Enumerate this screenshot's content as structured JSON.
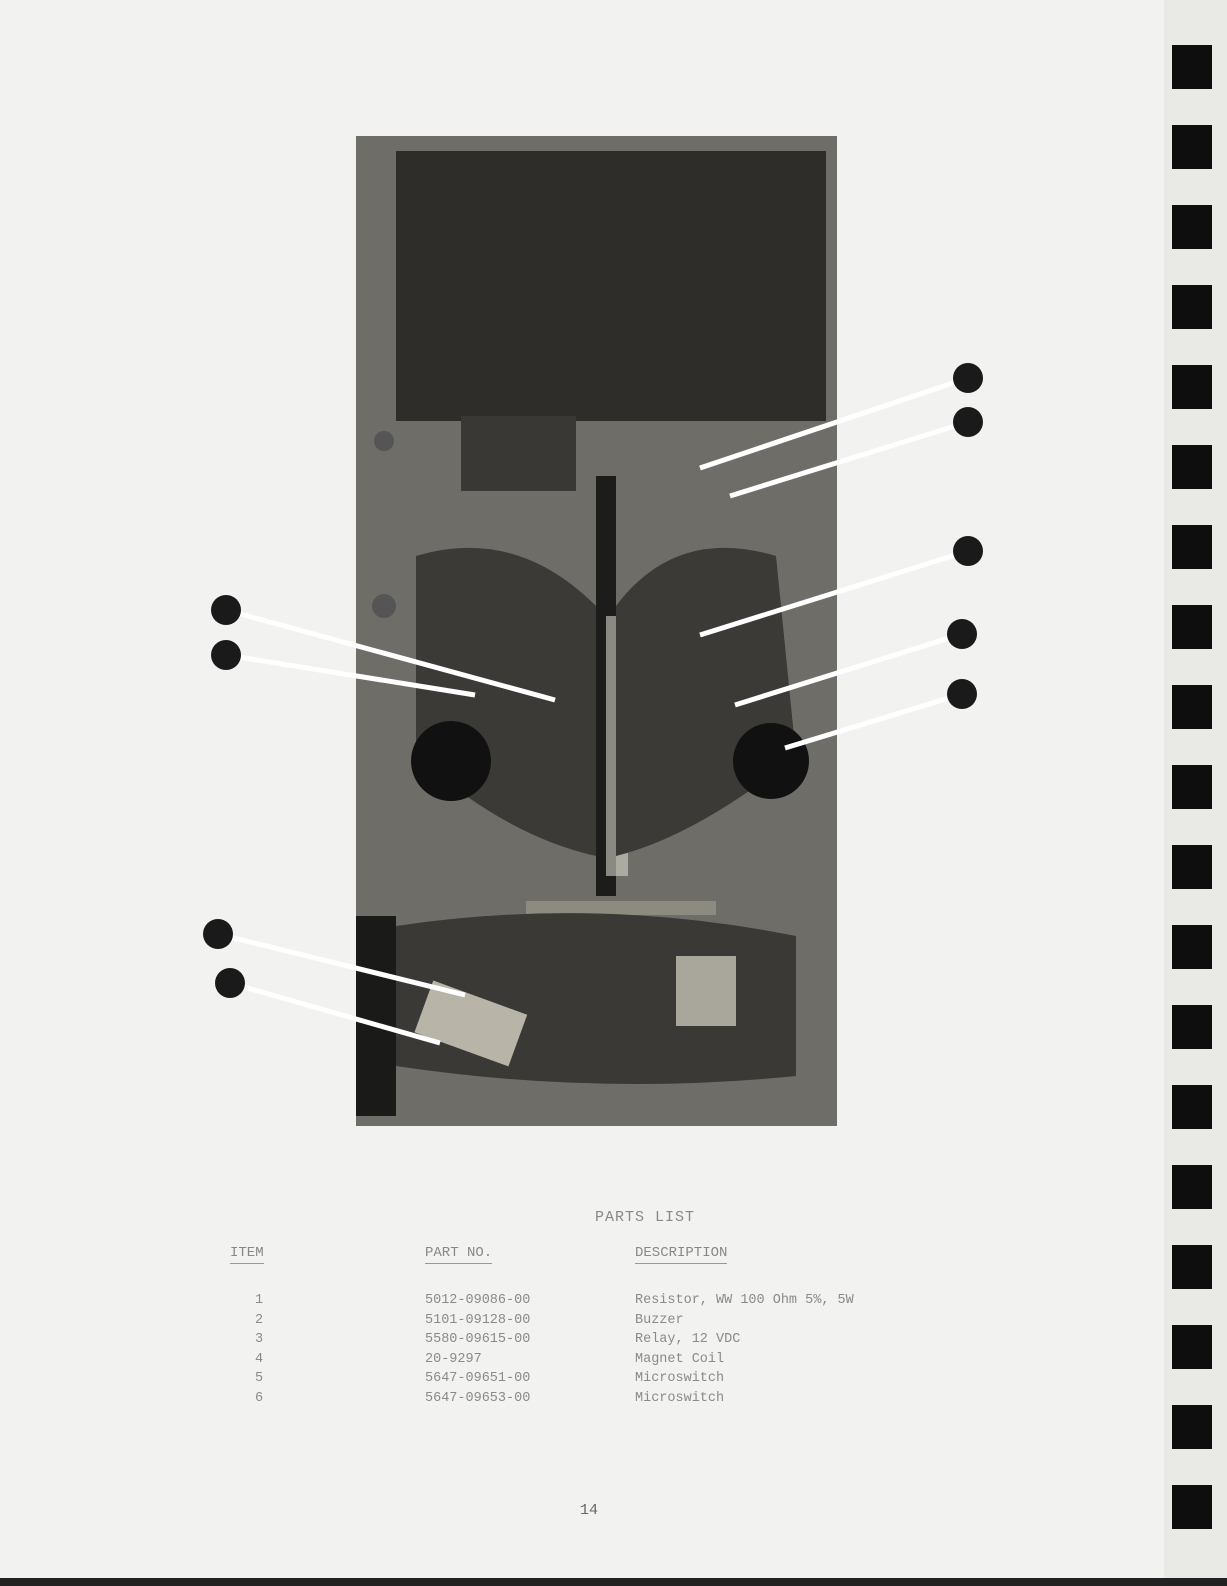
{
  "parts_list": {
    "title": "PARTS LIST",
    "headers": {
      "item": "ITEM",
      "part_no": "PART NO.",
      "description": "DESCRIPTION"
    },
    "rows": [
      {
        "item": "1",
        "part_no": "5012-09086-00",
        "description": "Resistor, WW 100 Ohm 5%, 5W"
      },
      {
        "item": "2",
        "part_no": "5101-09128-00",
        "description": "Buzzer"
      },
      {
        "item": "3",
        "part_no": "5580-09615-00",
        "description": "Relay, 12 VDC"
      },
      {
        "item": "4",
        "part_no": "20-9297",
        "description": "Magnet Coil"
      },
      {
        "item": "5",
        "part_no": "5647-09651-00",
        "description": "Microswitch"
      },
      {
        "item": "6",
        "part_no": "5647-09653-00",
        "description": "Microswitch"
      }
    ]
  },
  "page_number": "14",
  "colors": {
    "callout": "#1a1a1a",
    "photo": "#6e6c66"
  }
}
